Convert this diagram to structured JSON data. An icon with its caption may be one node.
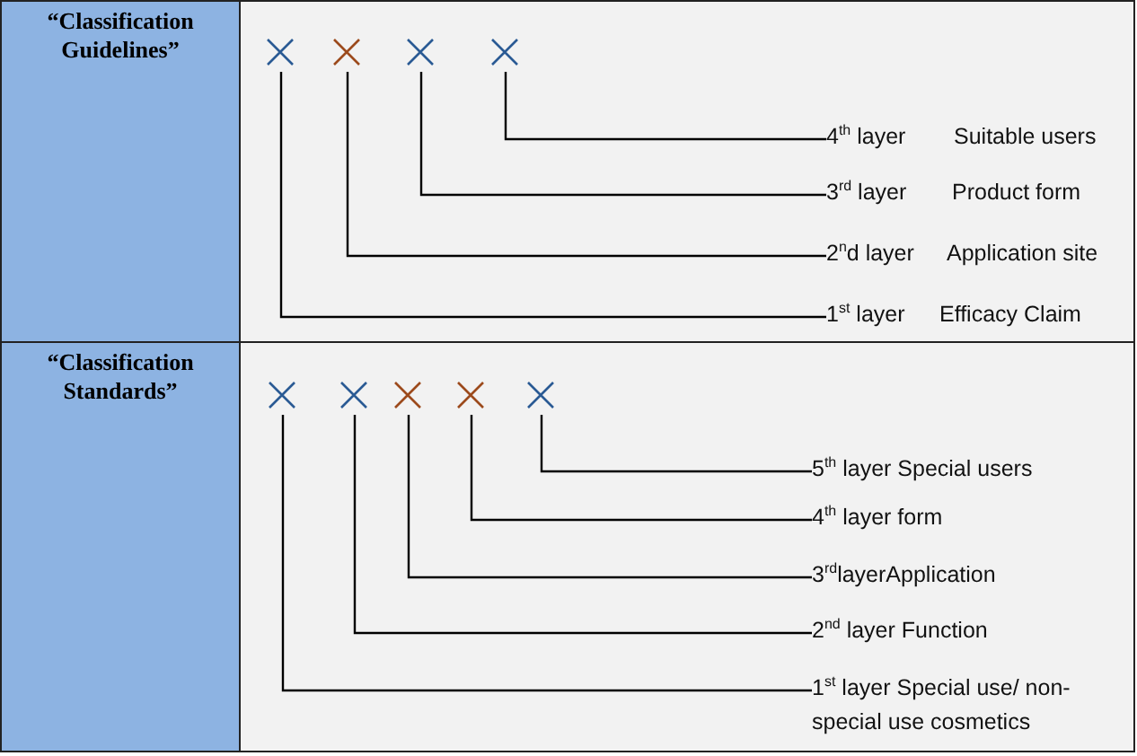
{
  "diagram": {
    "nodes": [
      {
        "text": [
          "“Classification Guidelines”"
        ]
      },
      {
        "text": [],
        "shape": "box"
      },
      {
        "text": [],
        "shape": "cross",
        "in": 1
      },
      {
        "text": [],
        "shape": "cross",
        "in": 1
      },
      {
        "text": [],
        "shape": "cross",
        "in": 1
      },
      {
        "text": [],
        "shape": "cross",
        "in": 1
      },
      {
        "text": [
          "4$^{th}$ layer",
          "Suitable users"
        ],
        "in": 1
      },
      {
        "text": [
          "3$^{rd}$ layer",
          "Product form"
        ],
        "in": 1
      },
      {
        "text": [
          "2$^{n}$d layer",
          "Application site"
        ],
        "in": 1
      },
      {
        "text": [
          "1$^{st}$ layer",
          "Efficacy Claim"
        ],
        "in": 1
      },
      {
        "text": [
          "“Classification Standards”"
        ]
      },
      {
        "text": [],
        "shape": "box"
      },
      {
        "text": [],
        "shape": "cross",
        "in": 11
      },
      {
        "text": [],
        "shape": "cross",
        "in": 11
      },
      {
        "text": [],
        "shape": "cross",
        "in": 11
      },
      {
        "text": [],
        "shape": "cross",
        "in": 11
      },
      {
        "text": [],
        "shape": "cross",
        "in": 11
      },
      {
        "text": [
          "5$^{th}$ layer Special users"
        ],
        "in": 11
      },
      {
        "text": [
          "4$^{th}$ layer form"
        ],
        "in": 11
      },
      {
        "text": [
          "3$^{rd}$layerApplication"
        ],
        "in": 11
      },
      {
        "text": [
          "2$^{nd}$ layer Function"
        ],
        "in": 11
      },
      {
        "text": [
          "1$^{st}$ layer Special use/ non-special use cosmetics"
        ],
        "in": 11
      }
    ],
    "edges": [
      {
        "from": 6,
        "to": 5,
        "arrow": "none"
      },
      {
        "from": 7,
        "to": 4,
        "arrow": "none"
      },
      {
        "from": 8,
        "to": 3,
        "arrow": "none"
      },
      {
        "from": 9,
        "to": 2,
        "arrow": "none"
      },
      {
        "from": 17,
        "to": 16,
        "arrow": "none"
      },
      {
        "from": 18,
        "to": 15,
        "arrow": "none"
      },
      {
        "from": 19,
        "to": 14,
        "arrow": "none"
      },
      {
        "from": 20,
        "to": 13,
        "arrow": "none"
      },
      {
        "from": 21,
        "to": 12,
        "arrow": "none"
      }
    ]
  }
}
